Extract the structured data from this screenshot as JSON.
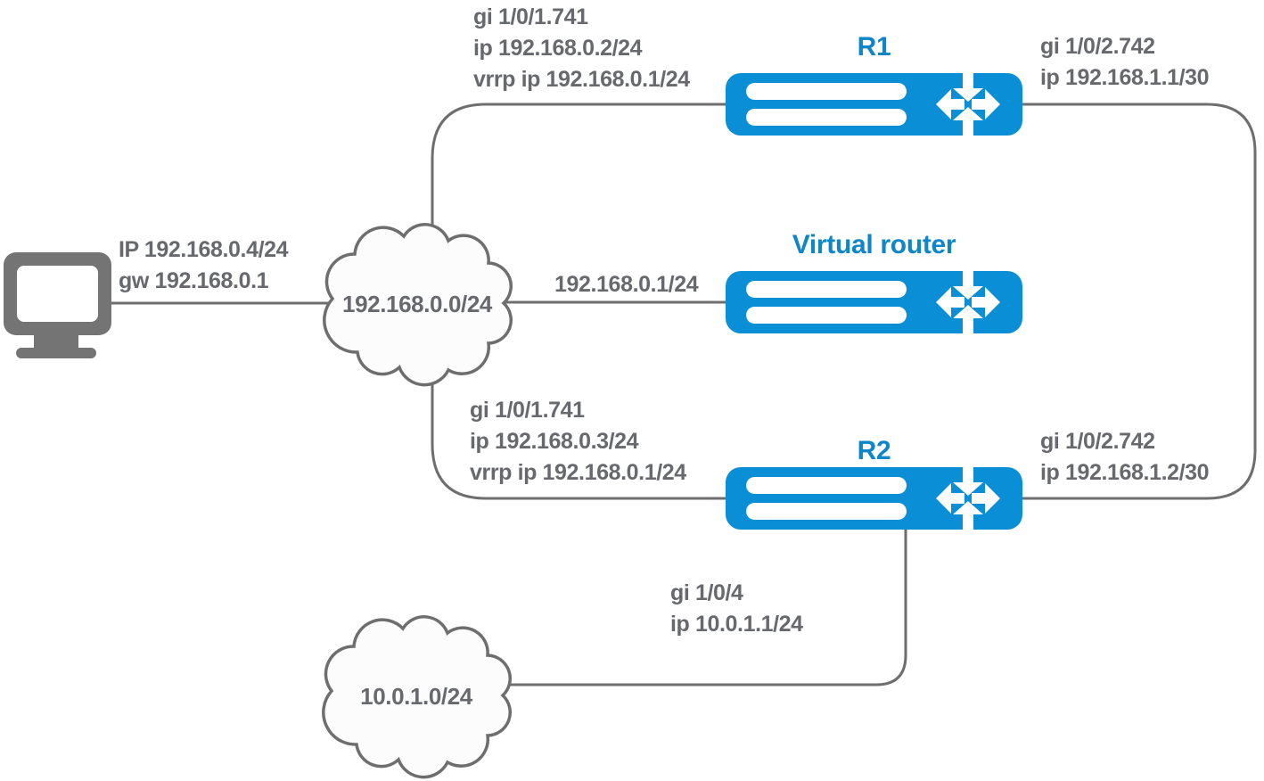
{
  "routers": {
    "r1": {
      "title": "R1"
    },
    "virtual": {
      "title": "Virtual router"
    },
    "r2": {
      "title": "R2"
    }
  },
  "clouds": {
    "lan": {
      "label": "192.168.0.0/24"
    },
    "remote": {
      "label": "10.0.1.0/24"
    }
  },
  "labels": {
    "pc": [
      "IP 192.168.0.4/24",
      "gw 192.168.0.1"
    ],
    "r1_left": [
      "gi 1/0/1.741",
      "ip 192.168.0.2/24",
      "vrrp ip 192.168.0.1/24"
    ],
    "r1_right": [
      "gi 1/0/2.742",
      "ip 192.168.1.1/30"
    ],
    "virtual_left": [
      "192.168.0.1/24"
    ],
    "r2_left": [
      "gi 1/0/1.741",
      "ip 192.168.0.3/24",
      "vrrp ip 192.168.0.1/24"
    ],
    "r2_right": [
      "gi 1/0/2.742",
      "ip 192.168.1.2/30"
    ],
    "r2_bottom": [
      "gi 1/0/4",
      "ip 10.0.1.1/24"
    ]
  },
  "colors": {
    "router_blue": "#0a8ed6",
    "title_blue": "#0e86c8",
    "text_gray": "#67696c",
    "line_gray": "#6e6e6e",
    "device_gray": "#747474",
    "cloud_fill": "#fcfcfc"
  }
}
